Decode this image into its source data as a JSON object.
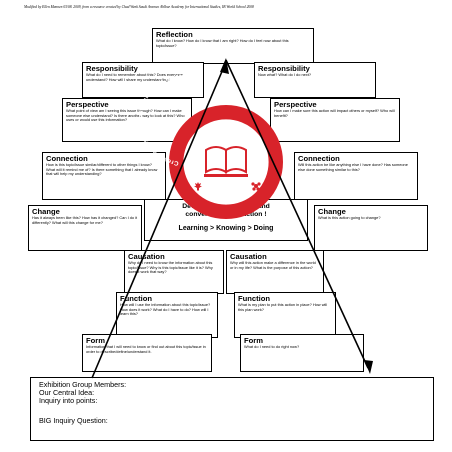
{
  "credit": "Modified by Ellen Mannen 03/08. 2009, from a resource created by Chad Wenk Saudi Aramco Ahlbar Academy for International Studies, IB World School 2008",
  "reflection": {
    "title": "Reflection",
    "text": "What do I know? How do I know that I am right? How do I feel now about this topic/issue?"
  },
  "responsibility_left": {
    "title": "Responsibility",
    "text": "What do I need to remember about this? Does everyone understand? How will I share my understanding?"
  },
  "responsibility_right": {
    "title": "Responsibility",
    "text": "Now what? What do I do next?"
  },
  "perspective_left": {
    "title": "Perspective",
    "text": "What point of view am I seeing this issue through? How can I make someone else understand? Is there another way to look at this? Who uses or would use this information?"
  },
  "perspective_right": {
    "title": "Perspective",
    "text": "How can I make sure this action will impact others or myself? Who will benefit?"
  },
  "connection_left": {
    "title": "Connection",
    "text": "How is this topic/issue similar/different to other things I know? What will it remind me of? Is there something that I already know that will help my understanding?"
  },
  "connection_right": {
    "title": "Connection",
    "text": "Will this action be like anything else I have done? Has someone else done something similar to this?"
  },
  "change_left": {
    "title": "Change",
    "text": "Has it always been like this? How has it changed? Can I do it differently? What will this change for me?"
  },
  "change_right": {
    "title": "Change",
    "text": "What is this action going to change?"
  },
  "causation_left": {
    "title": "Causation",
    "text": "Why do I need to know the information about this topic/issue? Why is this topic/issue like it is? Why does it work that way?"
  },
  "causation_right": {
    "title": "Causation",
    "text": "Why will this action make a difference in the world or in my life? What is the purpose of this action?"
  },
  "function_left": {
    "title": "Function",
    "text": "How will I use the information about this topic/issue? How does it work? What do I have to do? How will I learn this?"
  },
  "function_right": {
    "title": "Function",
    "text": "What is my plan to put this action in place? How will this plan work?"
  },
  "form_left": {
    "title": "Form",
    "text": "Information that I will need to know or find out about this topic/issue in order to describe/define/understand it."
  },
  "form_right": {
    "title": "Form",
    "text": "What do I need to do right now?"
  },
  "center": {
    "line1": "Developing knowledge and",
    "line2": "converting it into action !",
    "line3": "Learning > Knowing > Doing"
  },
  "bottom": {
    "members": "Exhibition Group Members:",
    "central_idea": "Our Central Idea:",
    "inquiry": "Inquiry into points:",
    "big_question": "BIG Inquiry Question:"
  },
  "logo": {
    "ring_text": "Creative International School of Hong Kong",
    "colors": {
      "red": "#d8232a"
    }
  }
}
